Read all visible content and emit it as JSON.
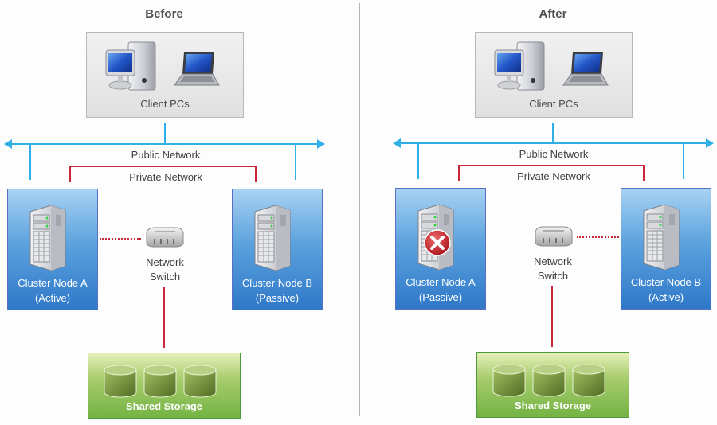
{
  "before": {
    "title": "Before",
    "client": {
      "label": "Client PCs",
      "icons": [
        "desktop-pc-icon",
        "laptop-icon"
      ]
    },
    "public_network": "Public Network",
    "private_network": "Private Network",
    "node_a": {
      "name": "Cluster Node A",
      "status": "(Active)",
      "failed": false,
      "icon": "server-icon"
    },
    "node_b": {
      "name": "Cluster Node B",
      "status": "(Passive)",
      "failed": false,
      "icon": "server-icon"
    },
    "switch": {
      "line1": "Network",
      "line2": "Switch",
      "icon": "network-switch-icon",
      "linked_node": "A"
    },
    "storage": {
      "label": "Shared Storage",
      "disks": 3,
      "icon": "disk-cylinder-icon"
    }
  },
  "after": {
    "title": "After",
    "client": {
      "label": "Client PCs",
      "icons": [
        "desktop-pc-icon",
        "laptop-icon"
      ]
    },
    "public_network": "Public Network",
    "private_network": "Private Network",
    "node_a": {
      "name": "Cluster Node A",
      "status": "(Passive)",
      "failed": true,
      "icon": "server-icon",
      "overlay_icon": "error-x-icon"
    },
    "node_b": {
      "name": "Cluster Node B",
      "status": "(Active)",
      "failed": false,
      "icon": "server-icon"
    },
    "switch": {
      "line1": "Network",
      "line2": "Switch",
      "icon": "network-switch-icon",
      "linked_node": "B"
    },
    "storage": {
      "label": "Shared Storage",
      "disks": 3,
      "icon": "disk-cylinder-icon"
    }
  },
  "colors": {
    "public_network": "#2eb0e6",
    "private_network": "#c8283a",
    "node_fill": "#4a90d9",
    "storage_fill": "#8cc152",
    "error": "#d32f2f"
  }
}
